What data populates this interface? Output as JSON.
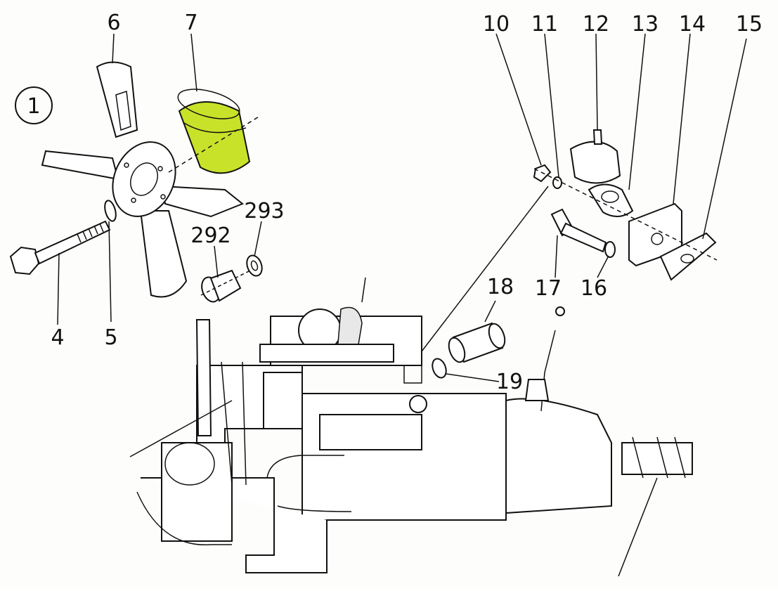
{
  "diagram": {
    "callout_main": "1",
    "labels": {
      "l4": "4",
      "l5": "5",
      "l6": "6",
      "l7": "7",
      "l10": "10",
      "l11": "11",
      "l12": "12",
      "l13": "13",
      "l14": "14",
      "l15": "15",
      "l16": "16",
      "l17": "17",
      "l18": "18",
      "l19": "19",
      "l292": "292",
      "l293": "293"
    },
    "highlight_color": "#c8e22a",
    "highlighted_part": "7"
  }
}
